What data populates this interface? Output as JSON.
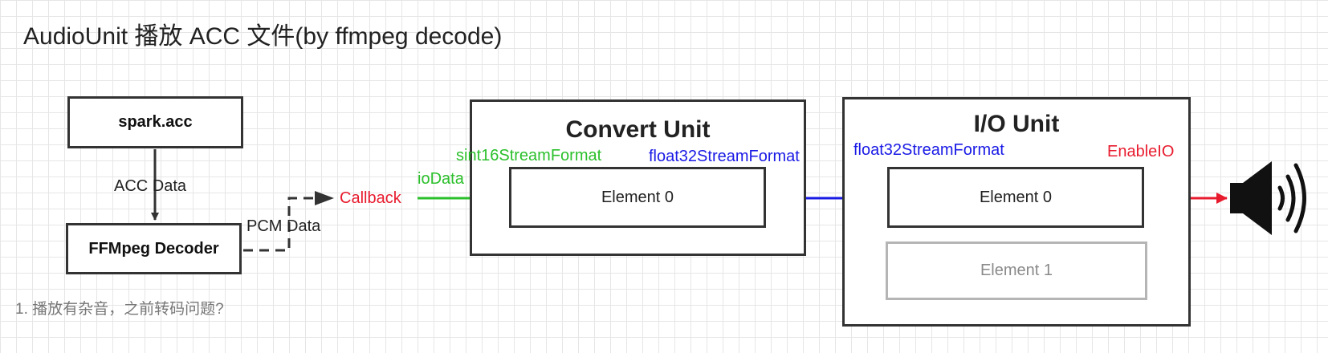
{
  "title": "AudioUnit 播放 ACC 文件(by ffmpeg decode)",
  "nodes": {
    "spark": "spark.acc",
    "decoder": "FFMpeg Decoder",
    "convert_unit": "Convert Unit",
    "convert_element0": "Element 0",
    "io_unit": "I/O Unit",
    "io_element0": "Element 0",
    "io_element1": "Element 1"
  },
  "labels": {
    "acc_data": "ACC Data",
    "pcm_data": "PCM Data",
    "callback": "Callback",
    "iodata": "ioData",
    "sint16": "sint16StreamFormat",
    "float32_convert": "float32StreamFormat",
    "float32_io": "float32StreamFormat",
    "enableio": "EnableIO"
  },
  "icons": {
    "speaker": "speaker-icon"
  },
  "colors": {
    "green": "#2bc02b",
    "blue": "#1a1ae6",
    "red": "#e81b2e"
  },
  "note": "1. 播放有杂音，之前转码问题?"
}
